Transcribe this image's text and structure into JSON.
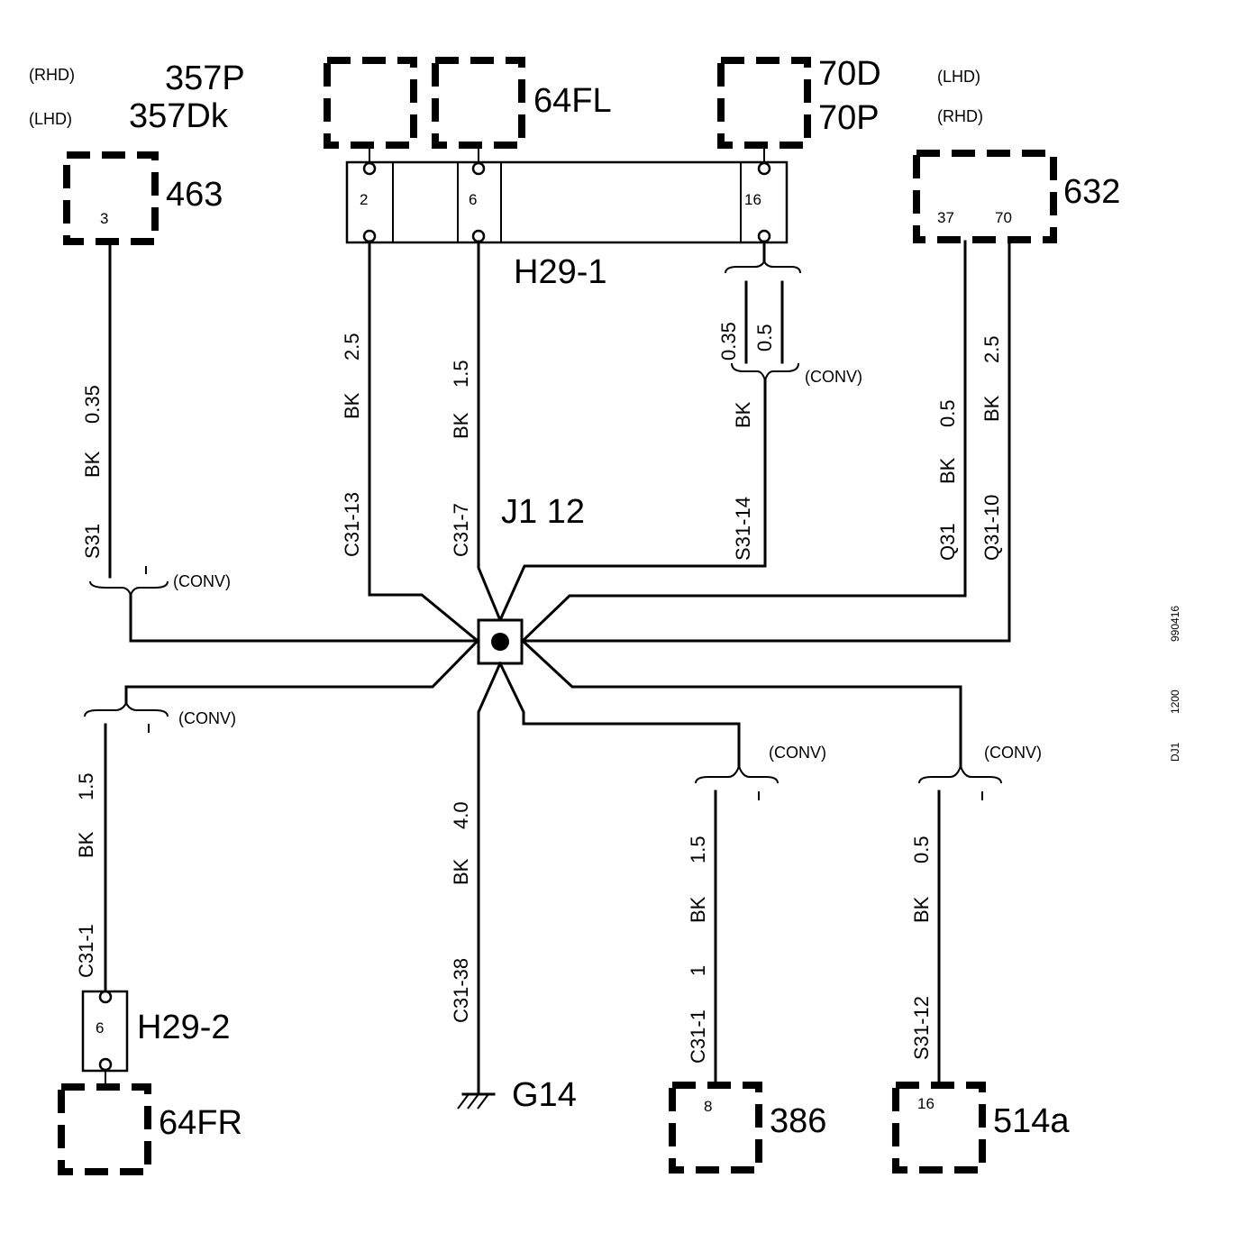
{
  "components": {
    "c357_top": "357P",
    "c357_bottom": "357Dk",
    "c357_top_side": "(RHD)",
    "c357_bottom_side": "(LHD)",
    "c463": "463",
    "c463_pin": "3",
    "c64fl": "64FL",
    "c70_top": "70D",
    "c70_bottom": "70P",
    "c70_top_side": "(LHD)",
    "c70_bottom_side": "(RHD)",
    "c632": "632",
    "c632_pin_a": "37",
    "c632_pin_b": "70",
    "h29_1": "H29-1",
    "h29_1_pins": [
      "2",
      "6",
      "16"
    ],
    "h29_2": "H29-2",
    "h29_2_pin": "6",
    "c64fr": "64FR",
    "g14": "G14",
    "c386": "386",
    "c386_pin": "8",
    "c514a": "514a",
    "c514a_pin": "16",
    "junction": "J1   12"
  },
  "wires": {
    "w463": {
      "size": "0.35",
      "color": "BK",
      "circuit": "S31"
    },
    "w_h29_2": {
      "size": "2.5",
      "color": "BK",
      "circuit": "C31-13"
    },
    "w_h29_6": {
      "size": "1.5",
      "color": "BK",
      "circuit": "C31-7"
    },
    "w_h29_16": {
      "size_a": "0.35",
      "size_b": "0.5",
      "color": "BK",
      "circuit": "S31-14"
    },
    "w632_37": {
      "size": "0.5",
      "color": "BK",
      "circuit": "Q31"
    },
    "w632_70": {
      "size": "2.5",
      "color": "BK",
      "circuit": "Q31-10"
    },
    "w64fr": {
      "size": "1.5",
      "color": "BK",
      "circuit": "C31-1"
    },
    "wg14": {
      "size": "4.0",
      "color": "BK",
      "circuit": "C31-38"
    },
    "w386": {
      "size": "1.5",
      "color": "BK",
      "alt": "1",
      "circuit": "C31-1"
    },
    "w514a": {
      "size": "0.5",
      "color": "BK",
      "circuit": "S31-12"
    }
  },
  "conv_label": "(CONV)",
  "conv_dash": "-",
  "ref": {
    "r1": "990416",
    "r2": "1200",
    "r3": "DJ1"
  }
}
